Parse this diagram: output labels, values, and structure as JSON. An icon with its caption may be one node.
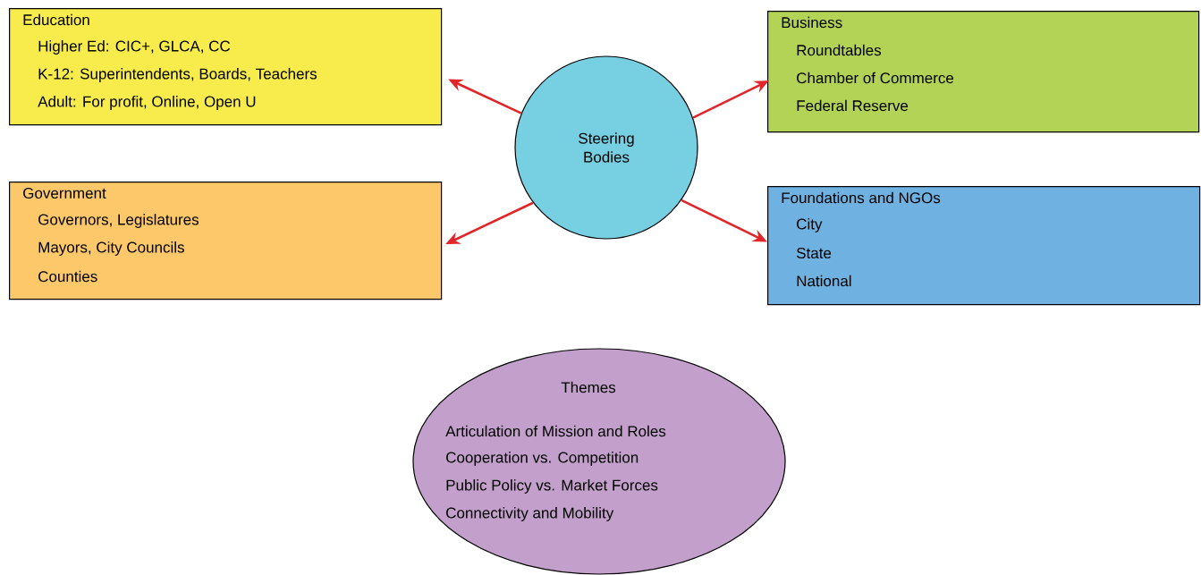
{
  "diagram": {
    "nodes": [
      {
        "text": [
          "Education",
          "Higher Ed: CIC+, GLCA, CC",
          "K-12: Superintendents, Boards, Teachers",
          "Adult: For profit, Online, Open U"
        ]
      },
      {
        "text": [
          "Business",
          "Roundtables",
          "Chamber of Commerce",
          "Federal Reserve"
        ]
      },
      {
        "text": [
          "Steering Bodies"
        ]
      },
      {
        "text": [
          "Government",
          "Governors, Legislatures",
          "Mayors, City Councils",
          "Counties"
        ]
      },
      {
        "text": [
          "Foundations and NGOs",
          "City",
          "State",
          "National"
        ]
      },
      {
        "text": [
          "Themes",
          "Articulation of Mission and Roles",
          "Cooperation vs. Competition",
          "Public Policy vs. Market Forces",
          "Connectivity and Mobility"
        ]
      }
    ],
    "edges": [
      {
        "from": 2,
        "to": 0,
        "arrow": "to"
      },
      {
        "from": 2,
        "to": 1,
        "arrow": "to"
      },
      {
        "from": 2,
        "to": 3,
        "arrow": "to"
      },
      {
        "from": 2,
        "to": 4,
        "arrow": "to"
      }
    ]
  }
}
